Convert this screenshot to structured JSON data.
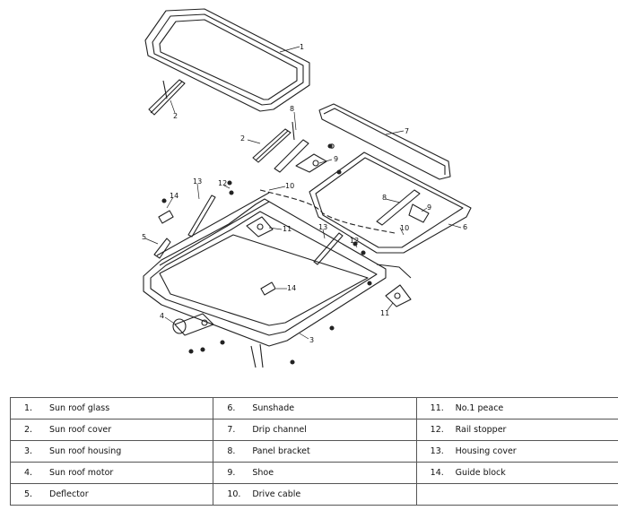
{
  "callouts": [
    "1",
    "2",
    "2",
    "8",
    "7",
    "9",
    "10",
    "13",
    "12",
    "14",
    "11",
    "5",
    "8",
    "9",
    "10",
    "6",
    "13",
    "12",
    "14",
    "4",
    "3",
    "11"
  ],
  "legend": {
    "rows": [
      [
        {
          "num": "1.",
          "label": "Sun roof glass"
        },
        {
          "num": "6.",
          "label": "Sunshade"
        },
        {
          "num": "11.",
          "label": "No.1 peace"
        }
      ],
      [
        {
          "num": "2.",
          "label": "Sun roof cover"
        },
        {
          "num": "7.",
          "label": "Drip channel"
        },
        {
          "num": "12.",
          "label": "Rail stopper"
        }
      ],
      [
        {
          "num": "3.",
          "label": "Sun roof housing"
        },
        {
          "num": "8.",
          "label": "Panel bracket"
        },
        {
          "num": "13.",
          "label": "Housing cover"
        }
      ],
      [
        {
          "num": "4.",
          "label": "Sun roof motor"
        },
        {
          "num": "9.",
          "label": "Shoe"
        },
        {
          "num": "14.",
          "label": "Guide block"
        }
      ],
      [
        {
          "num": "5.",
          "label": "Deflector"
        },
        {
          "num": "10.",
          "label": "Drive cable"
        },
        {
          "num": "",
          "label": ""
        }
      ]
    ]
  }
}
